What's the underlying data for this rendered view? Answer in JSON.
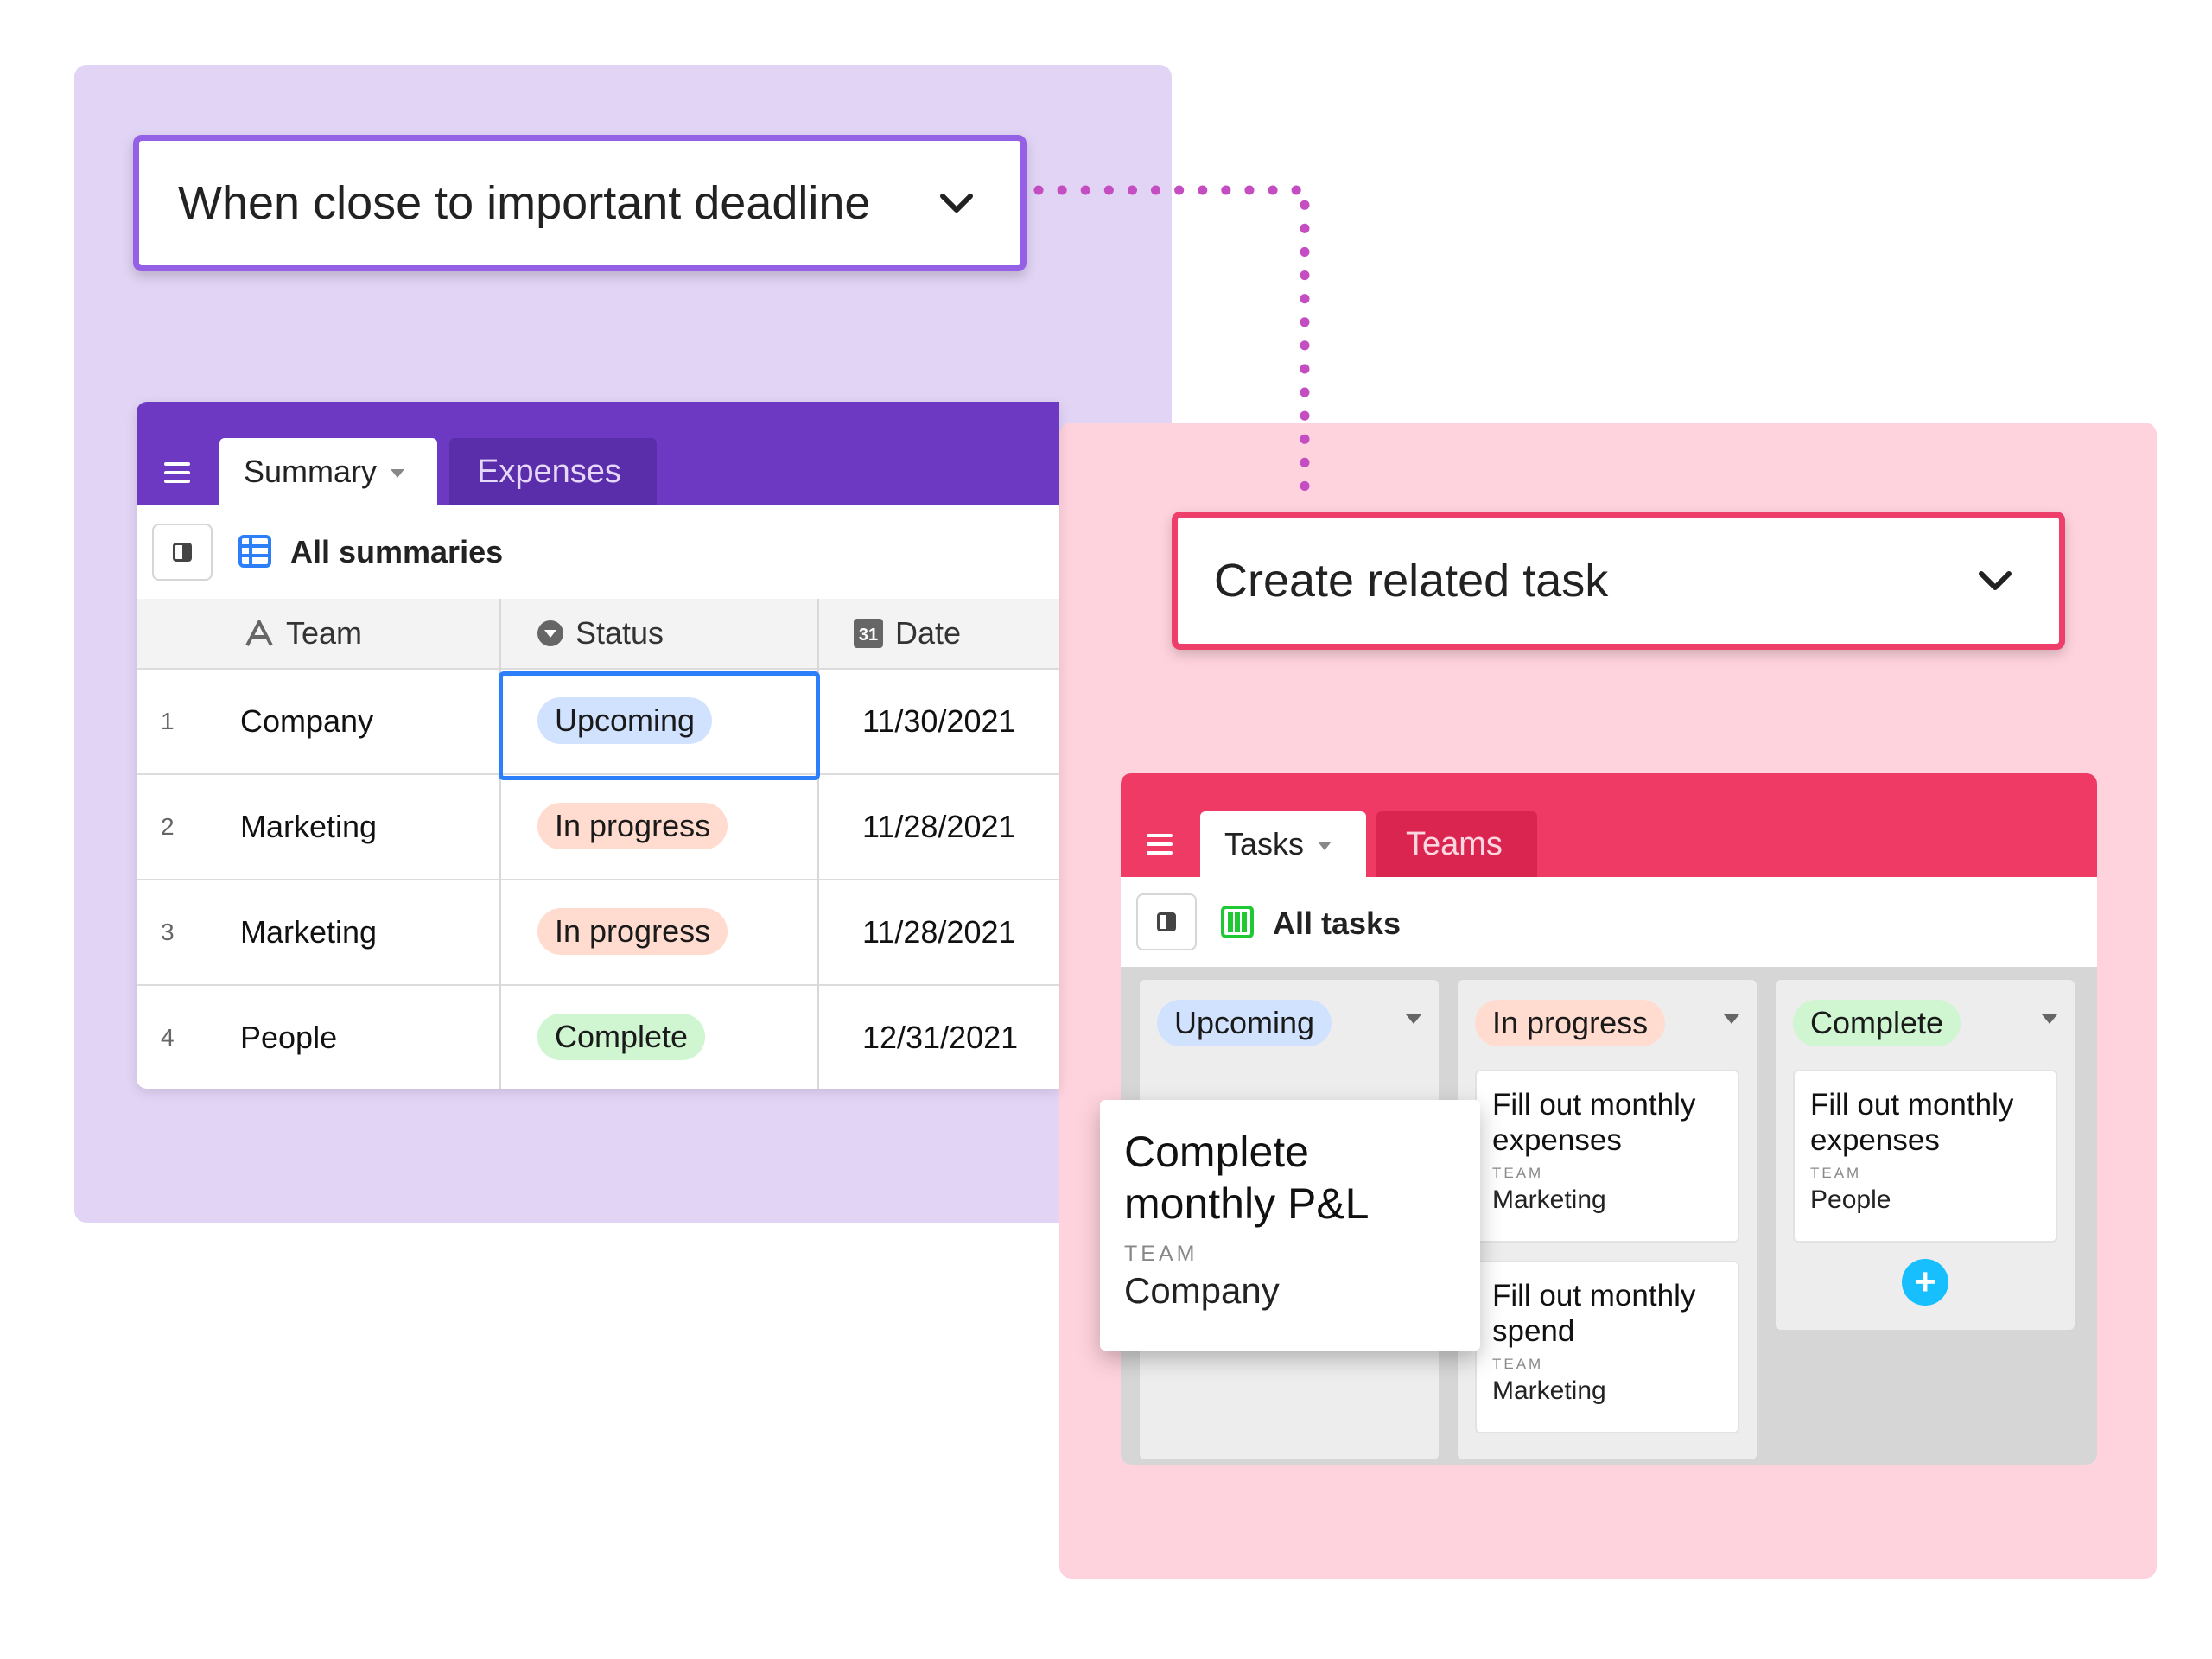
{
  "trigger": {
    "label": "When close to important deadline",
    "icon": "chevron-down-icon",
    "accent": "#9461E6"
  },
  "action": {
    "label": "Create related task",
    "icon": "chevron-down-icon",
    "accent": "#EE3F6A"
  },
  "connector": {
    "color": "#C34DC1",
    "style": "dotted"
  },
  "grid_app": {
    "header_color": "#6E39C2",
    "tabs": [
      {
        "label": "Summary",
        "active": true
      },
      {
        "label": "Expenses",
        "active": false
      }
    ],
    "view": {
      "name": "All summaries",
      "icon": "grid-view-icon"
    },
    "columns": [
      {
        "label": "Team",
        "icon": "text-field-icon"
      },
      {
        "label": "Status",
        "icon": "single-select-icon"
      },
      {
        "label": "Date",
        "icon": "calendar-icon",
        "icon_text": "31"
      }
    ],
    "rows": [
      {
        "num": "1",
        "team": "Company",
        "status": "Upcoming",
        "date": "11/30/2021"
      },
      {
        "num": "2",
        "team": "Marketing",
        "status": "In progress",
        "date": "11/28/2021"
      },
      {
        "num": "3",
        "team": "Marketing",
        "status": "In progress",
        "date": "11/28/2021"
      },
      {
        "num": "4",
        "team": "People",
        "status": "Complete",
        "date": "12/31/2021"
      }
    ]
  },
  "kanban_app": {
    "header_color": "#F03A66",
    "tabs": [
      {
        "label": "Tasks",
        "active": true
      },
      {
        "label": "Teams",
        "active": false
      }
    ],
    "view": {
      "name": "All tasks",
      "icon": "kanban-view-icon"
    },
    "columns": [
      {
        "label": "Upcoming",
        "cards": []
      },
      {
        "label": "In progress",
        "cards": [
          {
            "title": "Fill out monthly expenses",
            "field_label": "TEAM",
            "field_value": "Marketing"
          },
          {
            "title": "Fill out monthly spend",
            "field_label": "TEAM",
            "field_value": "Marketing"
          }
        ]
      },
      {
        "label": "Complete",
        "cards": [
          {
            "title": "Fill out monthly expenses",
            "field_label": "TEAM",
            "field_value": "People"
          }
        ]
      }
    ],
    "add_button": "+",
    "dragged_card": {
      "title": "Complete monthly P&L",
      "field_label": "TEAM",
      "field_value": "Company"
    }
  }
}
